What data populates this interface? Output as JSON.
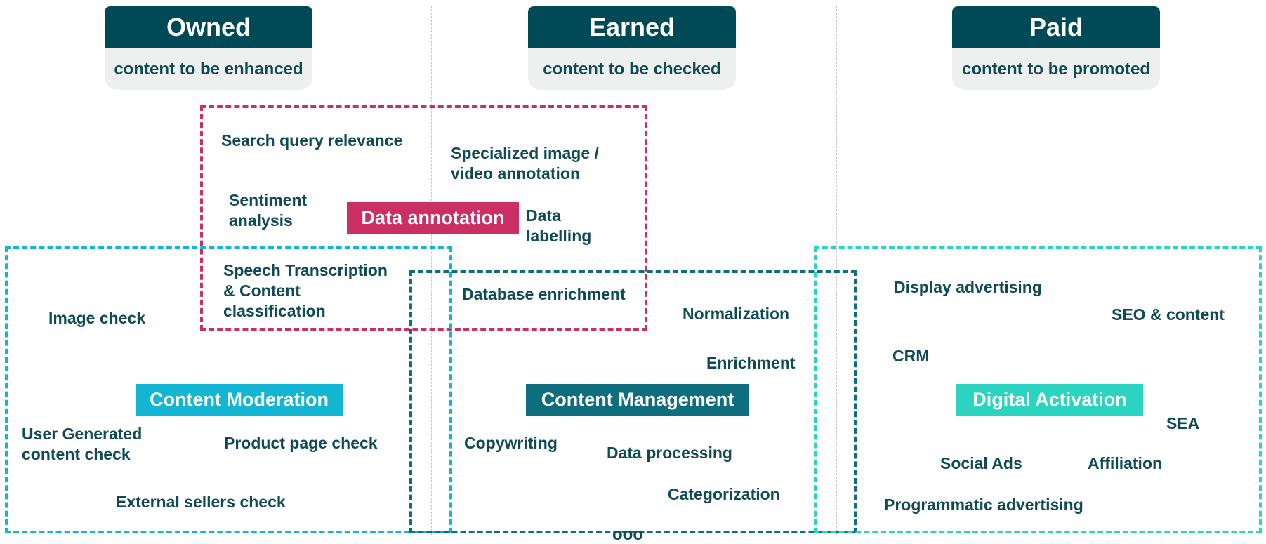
{
  "columns": [
    {
      "title": "Owned",
      "subtitle": "content to be enhanced"
    },
    {
      "title": "Earned",
      "subtitle": "content to be checked"
    },
    {
      "title": "Paid",
      "subtitle": "content to be promoted"
    }
  ],
  "groups": {
    "data_annotation": {
      "label": "Data annotation",
      "color": "#cc2f63"
    },
    "content_moderation": {
      "label": "Content Moderation",
      "color": "#12b6d3"
    },
    "content_management": {
      "label": "Content Management",
      "color": "#0f6e7e"
    },
    "digital_activation": {
      "label": "Digital Activation",
      "color": "#2bd4c0"
    }
  },
  "items": {
    "search_query_relevance": "Search query relevance",
    "specialized_image_1": "Specialized image /",
    "specialized_image_2": "video annotation",
    "sentiment_1": "Sentiment",
    "sentiment_2": "analysis",
    "data_labelling_1": "Data",
    "data_labelling_2": "labelling",
    "speech_1": "Speech Transcription",
    "speech_2": "& Content",
    "speech_3": "classification",
    "database_enrichment": "Database enrichment",
    "image_check": "Image check",
    "normalization": "Normalization",
    "enrichment": "Enrichment",
    "display_advertising": "Display advertising",
    "seo_content": "SEO & content",
    "crm": "CRM",
    "sea": "SEA",
    "ugc_1": "User Generated",
    "ugc_2": "content check",
    "product_page_check": "Product page check",
    "copywriting": "Copywriting",
    "data_processing": "Data processing",
    "social_ads": "Social Ads",
    "affiliation": "Affiliation",
    "external_sellers_check": "External sellers check",
    "categorization": "Categorization",
    "programmatic_advertising": "Programmatic advertising"
  },
  "footer_fragment": "ooo"
}
